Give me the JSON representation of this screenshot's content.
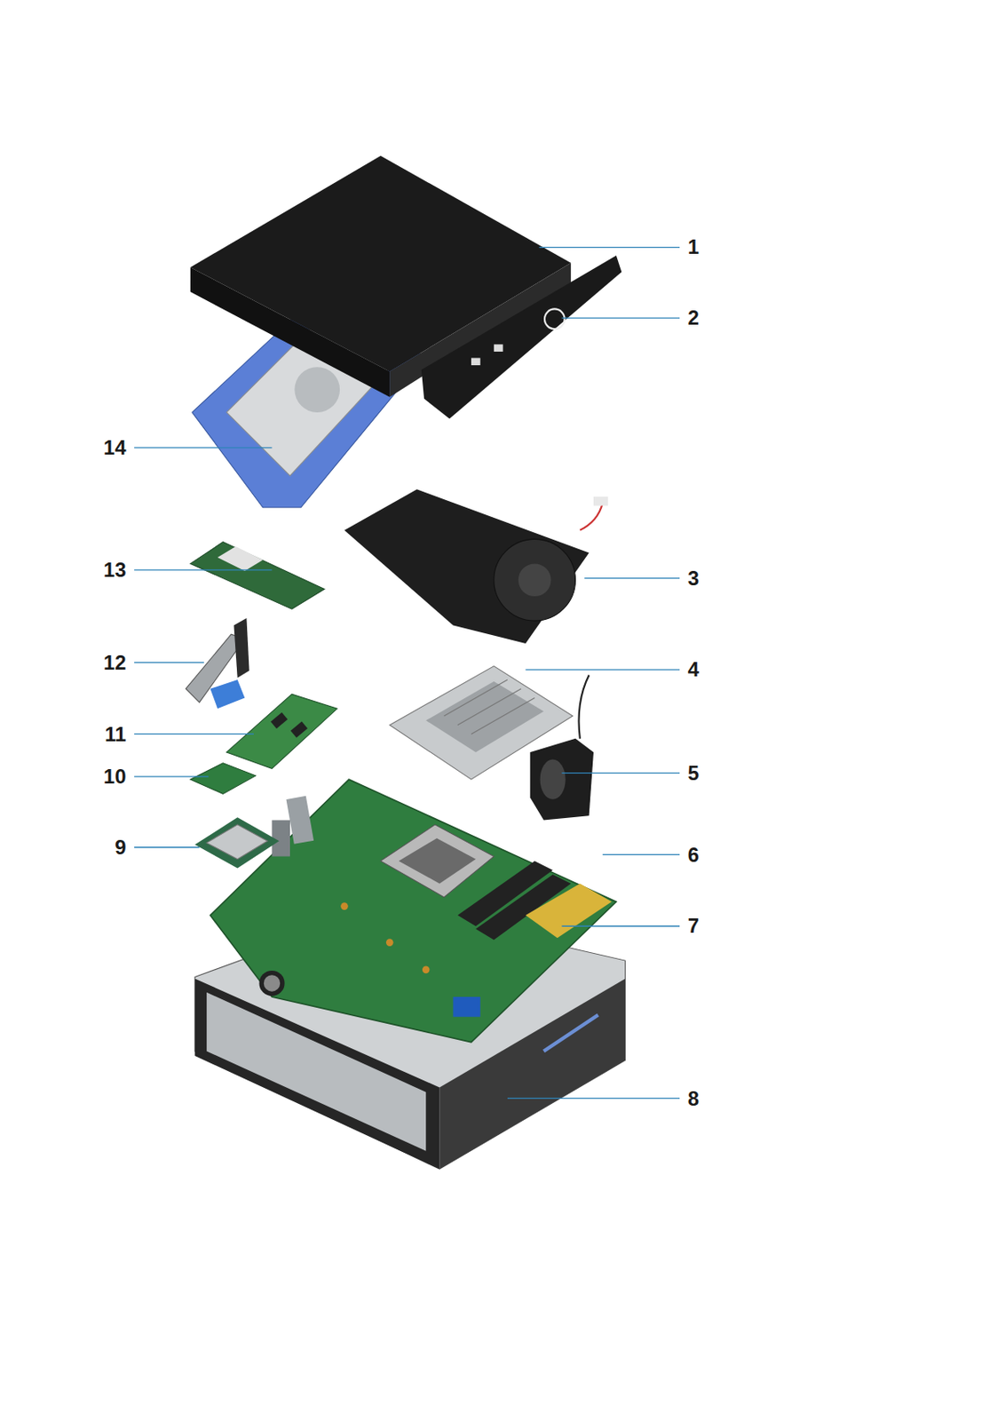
{
  "diagram": {
    "labels": [
      "1",
      "2",
      "3",
      "4",
      "5",
      "6",
      "7",
      "8",
      "9",
      "10",
      "11",
      "12",
      "13",
      "14"
    ]
  }
}
